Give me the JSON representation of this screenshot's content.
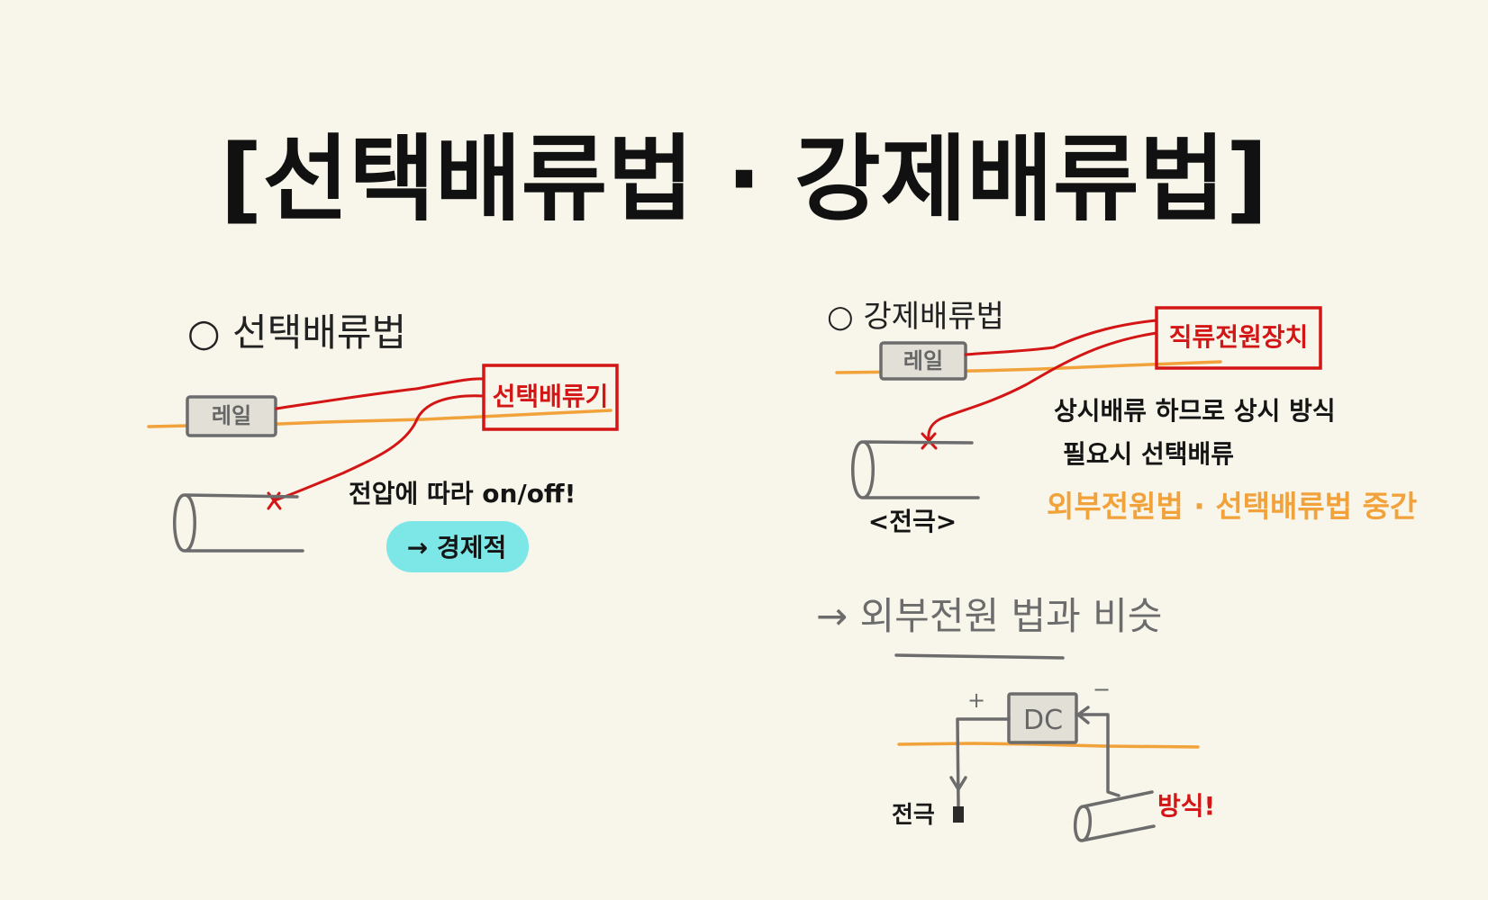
{
  "title": "[선택배류법 · 강제배류법]",
  "selective": {
    "heading": "○ 선택배류법",
    "rail_label": "레일",
    "device_label": "선택배류기",
    "note": "전압에 따라 on/off!",
    "result": "→ 경제적"
  },
  "forced": {
    "heading": "○ 강제배류법",
    "rail_label": "레일",
    "device_label": "직류전원장치",
    "electrode_label": "<전극>",
    "note_line1": "상시배류 하므로  상시 방식",
    "note_line2": "필요시 선택배류",
    "note_orange": "외부전원법 · 선택배류법 중간",
    "similar": "→ 외부전원 법과 비슷",
    "plus": "+",
    "minus": "−",
    "dc_label": "DC",
    "bottom_electrode": "전극",
    "protection": "방식!"
  },
  "colors": {
    "background": "#f8f6ea",
    "rail": "#f2a23a",
    "wire": "#d31515",
    "highlight": "#7ce7e6"
  }
}
